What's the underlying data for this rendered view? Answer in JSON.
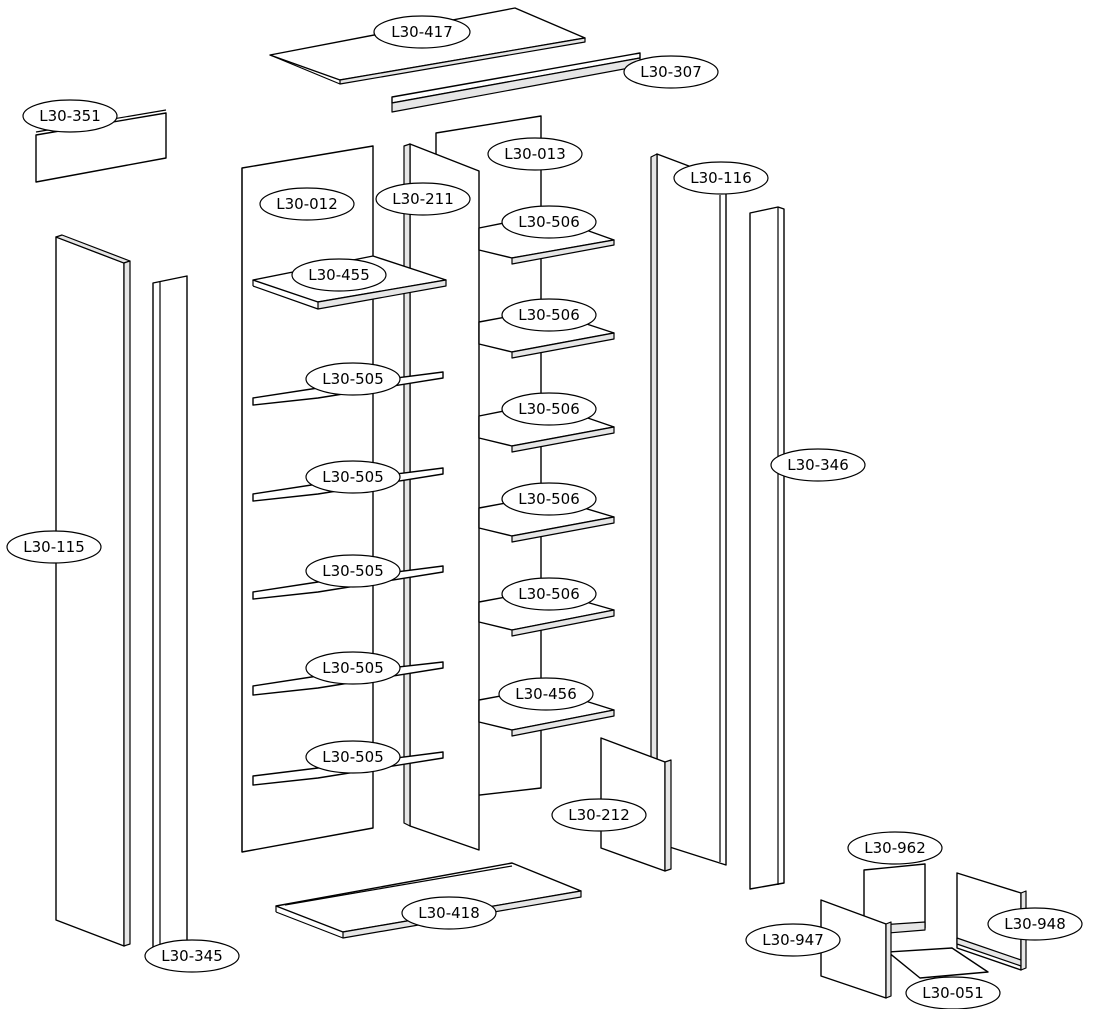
{
  "parts": {
    "p417": "L30-417",
    "p307": "L30-307",
    "p351": "L30-351",
    "p013": "L30-013",
    "p116": "L30-116",
    "p012": "L30-012",
    "p211": "L30-211",
    "p506a": "L30-506",
    "p506b": "L30-506",
    "p506c": "L30-506",
    "p506d": "L30-506",
    "p506e": "L30-506",
    "p455": "L30-455",
    "p505a": "L30-505",
    "p505b": "L30-505",
    "p505c": "L30-505",
    "p505d": "L30-505",
    "p505e": "L30-505",
    "p346": "L30-346",
    "p115": "L30-115",
    "p456": "L30-456",
    "p212": "L30-212",
    "p962": "L30-962",
    "p948": "L30-948",
    "p947": "L30-947",
    "p418": "L30-418",
    "p345": "L30-345",
    "p051": "L30-051"
  }
}
